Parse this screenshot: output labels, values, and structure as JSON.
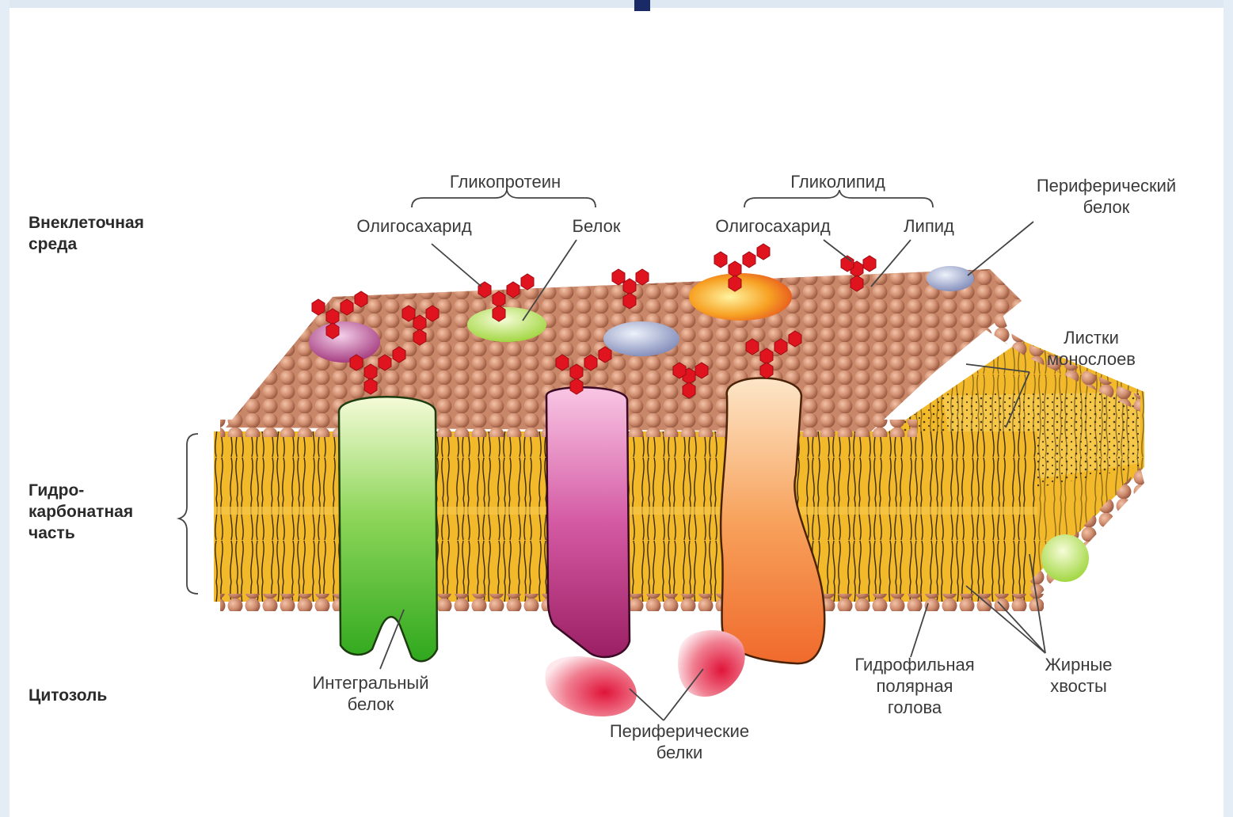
{
  "side_labels": {
    "extracellular": "Внеклеточная\nсреда",
    "hydrocarbon": "Гидро-\nкарбонатная\nчасть",
    "cytosol": "Цитозоль"
  },
  "labels": {
    "glycoprotein": "Гликопротеин",
    "glycolipid": "Гликолипид",
    "oligosaccharide_1": "Олигосахарид",
    "protein": "Белок",
    "oligosaccharide_2": "Олигосахарид",
    "lipid": "Липид",
    "peripheral_protein": "Периферический\nбелок",
    "monolayer_leaflets": "Листки\nмонослоев",
    "integral_protein": "Интегральный\nбелок",
    "peripheral_proteins": "Периферические\nбелки",
    "hydrophilic_head": "Гидрофильная\nполярная\nголова",
    "fatty_tails": "Жирные\nхвосты"
  },
  "colors": {
    "lipid_head": "#c9876a",
    "hydrophobic_core": "#f2b92b",
    "sugar": "#e0141e",
    "integral_green": "#4dbf2a",
    "integral_magenta": "#c0397f",
    "integral_orange": "#f08a3a",
    "peripheral_red": "#e0304e",
    "border_blue": "#dde8f3",
    "accent_navy": "#1a2a66"
  }
}
